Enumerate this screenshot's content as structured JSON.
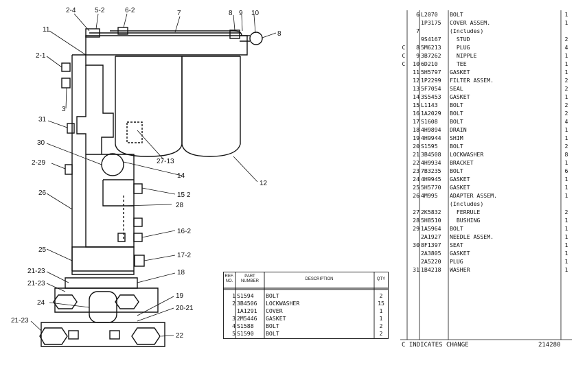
{
  "callouts": [
    {
      "id": "c2-4",
      "text": "2-4"
    },
    {
      "id": "c5-2",
      "text": "5-2"
    },
    {
      "id": "c6-2",
      "text": "6-2"
    },
    {
      "id": "c7",
      "text": "7"
    },
    {
      "id": "c8a",
      "text": "8"
    },
    {
      "id": "c9",
      "text": "9"
    },
    {
      "id": "c10",
      "text": "10"
    },
    {
      "id": "c8b",
      "text": "8"
    },
    {
      "id": "c11",
      "text": "11"
    },
    {
      "id": "c2-1",
      "text": "2-1"
    },
    {
      "id": "c3",
      "text": "3"
    },
    {
      "id": "c31",
      "text": "31"
    },
    {
      "id": "c30",
      "text": "30"
    },
    {
      "id": "c27-13",
      "text": "27-13"
    },
    {
      "id": "c14",
      "text": "14"
    },
    {
      "id": "c2-29",
      "text": "2-29"
    },
    {
      "id": "c12",
      "text": "12"
    },
    {
      "id": "c26",
      "text": "26"
    },
    {
      "id": "c15-2",
      "text": "15 2"
    },
    {
      "id": "c28",
      "text": "28"
    },
    {
      "id": "c16-2",
      "text": "16-2"
    },
    {
      "id": "c25",
      "text": "25"
    },
    {
      "id": "c17-2",
      "text": "17-2"
    },
    {
      "id": "c21-23a",
      "text": "21-23"
    },
    {
      "id": "c21-23b",
      "text": "21-23"
    },
    {
      "id": "c18",
      "text": "18"
    },
    {
      "id": "c24",
      "text": "24"
    },
    {
      "id": "c19",
      "text": "19"
    },
    {
      "id": "c20-21",
      "text": "20-21"
    },
    {
      "id": "c21-23c",
      "text": "21-23"
    },
    {
      "id": "c22",
      "text": "22"
    }
  ],
  "parts_table": [
    {
      "change": "",
      "ref": "6",
      "part": "L2070",
      "desc": "BOLT",
      "qty": "1"
    },
    {
      "change": "",
      "ref": "",
      "part": "1P3175",
      "desc": "COVER ASSEM.",
      "qty": "1"
    },
    {
      "change": "",
      "ref": "7",
      "part": "",
      "desc": "(Includes)",
      "qty": ""
    },
    {
      "change": "",
      "ref": "",
      "part": "9S4167",
      "desc": "  STUD",
      "qty": "2"
    },
    {
      "change": "C",
      "ref": "8",
      "part": "5M6213",
      "desc": "  PLUG",
      "qty": "4"
    },
    {
      "change": "C",
      "ref": "9",
      "part": "3B7262",
      "desc": "  NIPPLE",
      "qty": "1"
    },
    {
      "change": "C",
      "ref": "10",
      "part": "6D210",
      "desc": "  TEE",
      "qty": "1"
    },
    {
      "change": "",
      "ref": "11",
      "part": "5H5797",
      "desc": "GASKET",
      "qty": "1"
    },
    {
      "change": "",
      "ref": "12",
      "part": "1P2299",
      "desc": "FILTER ASSEM.",
      "qty": "2"
    },
    {
      "change": "",
      "ref": "13",
      "part": "5F7054",
      "desc": "SEAL",
      "qty": "2"
    },
    {
      "change": "",
      "ref": "14",
      "part": "3S5453",
      "desc": "GASKET",
      "qty": "1"
    },
    {
      "change": "",
      "ref": "15",
      "part": "L1143",
      "desc": "BOLT",
      "qty": "2"
    },
    {
      "change": "",
      "ref": "16",
      "part": "1A2029",
      "desc": "BOLT",
      "qty": "2"
    },
    {
      "change": "",
      "ref": "17",
      "part": "S1608",
      "desc": "BOLT",
      "qty": "4"
    },
    {
      "change": "",
      "ref": "18",
      "part": "4H9894",
      "desc": "DRAIN",
      "qty": "1"
    },
    {
      "change": "",
      "ref": "19",
      "part": "4H9944",
      "desc": "SHIM",
      "qty": "1"
    },
    {
      "change": "",
      "ref": "20",
      "part": "S1595",
      "desc": "BOLT",
      "qty": "2"
    },
    {
      "change": "",
      "ref": "21",
      "part": "3B4508",
      "desc": "LOCKWASHER",
      "qty": "8"
    },
    {
      "change": "",
      "ref": "22",
      "part": "4H9934",
      "desc": "BRACKET",
      "qty": "1"
    },
    {
      "change": "",
      "ref": "23",
      "part": "7B3235",
      "desc": "BOLT",
      "qty": "6"
    },
    {
      "change": "",
      "ref": "24",
      "part": "4H9945",
      "desc": "GASKET",
      "qty": "1"
    },
    {
      "change": "",
      "ref": "25",
      "part": "5H5770",
      "desc": "GASKET",
      "qty": "1"
    },
    {
      "change": "",
      "ref": "26",
      "part": "4M995",
      "desc": "ADAPTER ASSEM.",
      "qty": "1"
    },
    {
      "change": "",
      "ref": "",
      "part": "",
      "desc": "(Includes)",
      "qty": ""
    },
    {
      "change": "",
      "ref": "27",
      "part": "2K5832",
      "desc": "  FERRULE",
      "qty": "2"
    },
    {
      "change": "",
      "ref": "28",
      "part": "5H8510",
      "desc": "  BUSHING",
      "qty": "1"
    },
    {
      "change": "",
      "ref": "29",
      "part": "1A5964",
      "desc": "BOLT",
      "qty": "1"
    },
    {
      "change": "",
      "ref": "",
      "part": "2A1927",
      "desc": "NEEDLE ASSEM.",
      "qty": "1"
    },
    {
      "change": "",
      "ref": "30",
      "part": "8F1397",
      "desc": "SEAT",
      "qty": "1"
    },
    {
      "change": "",
      "ref": "",
      "part": "2A3805",
      "desc": "GASKET",
      "qty": "1"
    },
    {
      "change": "",
      "ref": "",
      "part": "2A5220",
      "desc": "PLUG",
      "qty": "1"
    },
    {
      "change": "",
      "ref": "31",
      "part": "1B4218",
      "desc": "WASHER",
      "qty": "1"
    }
  ],
  "parts_footer": "C INDICATES CHANGE",
  "drawing_number": "214280",
  "bottom_table": {
    "headers": {
      "ref": "REF. NO.",
      "part": "PART NUMBER",
      "desc": "DESCRIPTION",
      "qty": "QTY"
    },
    "rows": [
      {
        "ref": "1",
        "part": "S1594",
        "desc": "BOLT",
        "qty": "2"
      },
      {
        "ref": "2",
        "part": "3B4506",
        "desc": "LOCKWASHER",
        "qty": "15"
      },
      {
        "ref": "",
        "part": "1A1291",
        "desc": "COVER",
        "qty": "1"
      },
      {
        "ref": "3",
        "part": "2M5446",
        "desc": "GASKET",
        "qty": "1"
      },
      {
        "ref": "4",
        "part": "S1588",
        "desc": "BOLT",
        "qty": "2"
      },
      {
        "ref": "5",
        "part": "S1590",
        "desc": "BOLT",
        "qty": "2"
      }
    ]
  }
}
